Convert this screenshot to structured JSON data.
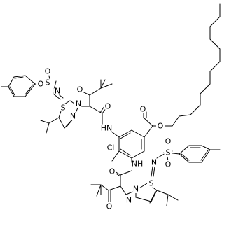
{
  "atoms": [
    {
      "id": "o_kt1",
      "text": "O"
    },
    {
      "id": "s_sulf1",
      "text": "S"
    },
    {
      "id": "o_s1a",
      "text": "O"
    },
    {
      "id": "o_s1b",
      "text": "O"
    },
    {
      "id": "n_imine1",
      "text": "N"
    },
    {
      "id": "n_ring1",
      "text": "N"
    },
    {
      "id": "n_ring1b",
      "text": "N"
    },
    {
      "id": "s_ring1",
      "text": "S"
    },
    {
      "id": "o_am1",
      "text": "O"
    },
    {
      "id": "hn_am1",
      "text": "HN"
    },
    {
      "id": "o_est1",
      "text": "O"
    },
    {
      "id": "o_est2",
      "text": "O"
    },
    {
      "id": "cl",
      "text": "Cl"
    },
    {
      "id": "nh_am2",
      "text": "NH"
    },
    {
      "id": "o_am2",
      "text": "O"
    },
    {
      "id": "o_kt2",
      "text": "O"
    },
    {
      "id": "n_imine2",
      "text": "N"
    },
    {
      "id": "s_sulf2",
      "text": "S"
    },
    {
      "id": "o_s2a",
      "text": "O"
    },
    {
      "id": "o_s2b",
      "text": "O"
    },
    {
      "id": "n_ring2",
      "text": "N"
    },
    {
      "id": "n_ring2b",
      "text": "N"
    },
    {
      "id": "s_ring2",
      "text": "S"
    }
  ]
}
